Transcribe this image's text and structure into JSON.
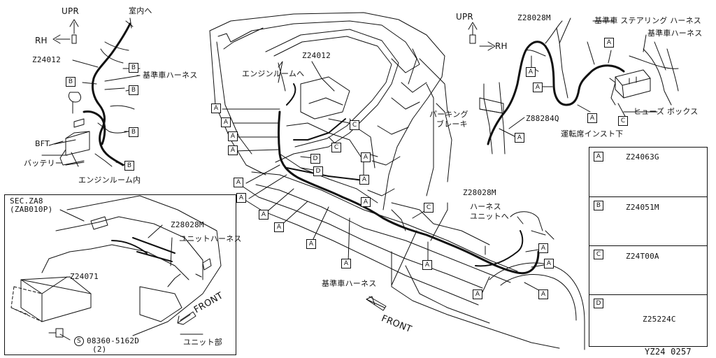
{
  "drawing_id": "YZ24 0257",
  "top_left": {
    "dir_up": "UPR",
    "dir_side": "RH",
    "to_cabin": "室内へ",
    "part_z24012": "Z24012",
    "main_harness": "基準車ハーネス",
    "bft": "BFT",
    "battery": "バッテリー",
    "caption": "エンジンルーム内"
  },
  "center": {
    "part_z24012": "Z24012",
    "to_engine_room": "エンジンルームへ",
    "part_z28028m": "Z28028M",
    "to_harness_unit_line1": "ハーネス",
    "to_harness_unit_line2": "ユニットへ",
    "main_harness": "基準車ハーネス",
    "front": "FRONT"
  },
  "top_right": {
    "dir_up": "UPR",
    "dir_side": "RH",
    "part_z28028m": "Z28028M",
    "steering_harness": "基準車 ステアリング ハーネス",
    "main_harness": "基準車ハーネス",
    "parking_brake_line1": "パーキング",
    "parking_brake_line2": "ブレーキ",
    "part_z88284q": "Z88284Q",
    "fuse_box": "ヒューズ ボックス",
    "caption": "運転席インスト下"
  },
  "inset": {
    "sec_line1": "SEC.ZA8",
    "sec_line2": "(ZAB010P)",
    "part_z28028m": "Z28028M",
    "unit_harness": "ユニットハーネス",
    "part_z24071": "Z24071",
    "bolt_symbol": "S",
    "bolt_part": "08360-5162D",
    "bolt_qty": "(2)",
    "front": "FRONT",
    "caption": "ユニット部"
  },
  "legend": [
    {
      "key": "A",
      "part": "Z24063G"
    },
    {
      "key": "B",
      "part": "Z24051M"
    },
    {
      "key": "C",
      "part": "Z24T00A"
    },
    {
      "key": "D",
      "part": "Z25224C"
    }
  ],
  "callout_tags": {
    "A": "A",
    "B": "B",
    "C": "C",
    "D": "D"
  }
}
